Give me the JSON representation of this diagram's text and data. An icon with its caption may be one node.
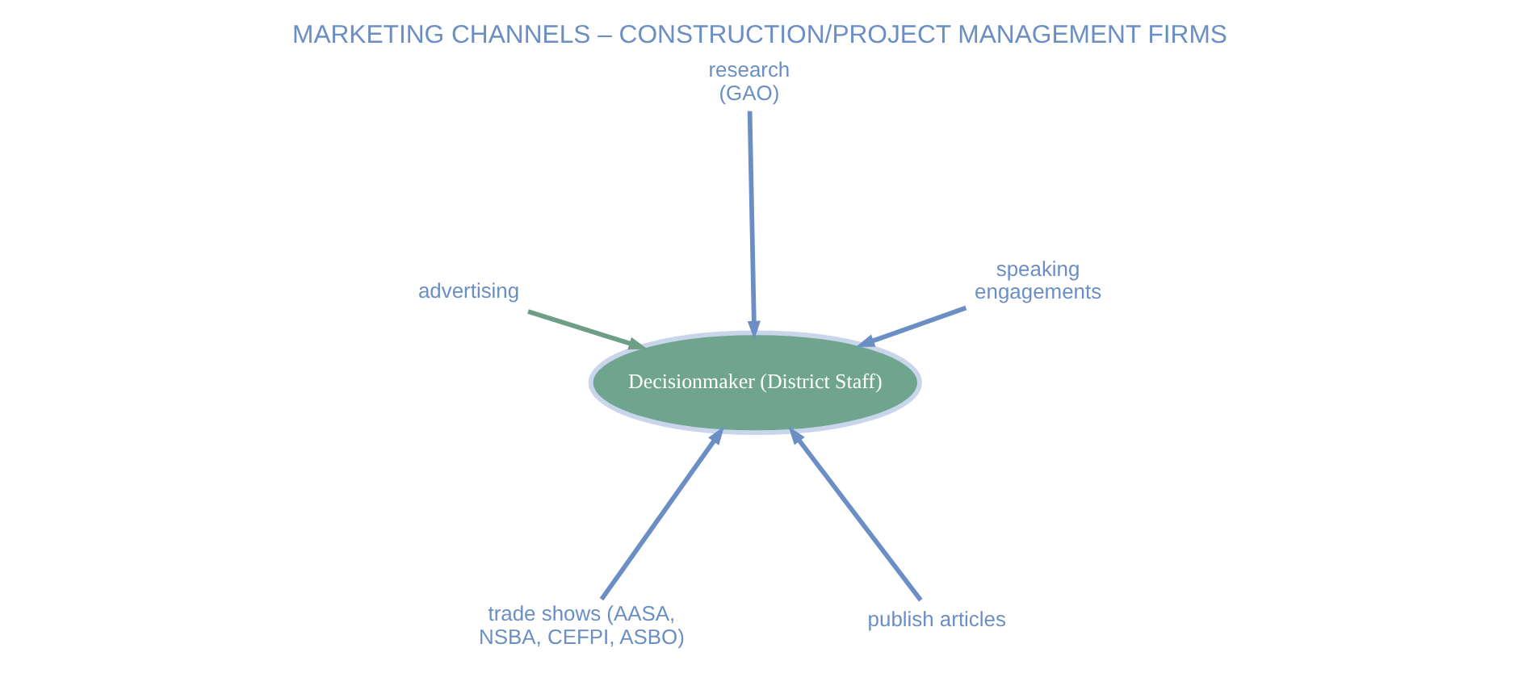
{
  "diagram": {
    "title": "MARKETING CHANNELS – CONSTRUCTION/PROJECT MANAGEMENT FIRMS",
    "nodes": [
      {
        "text": [
          "trade shows (AASA, NSBA, CEFPI, ASBO)"
        ]
      },
      {
        "text": [
          "publish articles"
        ]
      },
      {
        "text": [
          "Decisionmaker (District Staff)"
        ]
      },
      {
        "text": [
          "research (GAO)"
        ]
      },
      {
        "text": [
          "speaking engagements"
        ]
      },
      {
        "text": [
          "advertising"
        ]
      }
    ],
    "edges": [
      {
        "from": 0,
        "to": 2,
        "arrow": "to"
      },
      {
        "from": 1,
        "to": 2,
        "arrow": "to"
      },
      {
        "from": 3,
        "to": 2,
        "arrow": "to"
      },
      {
        "from": 4,
        "to": 2,
        "arrow": "to"
      },
      {
        "from": 5,
        "to": 2,
        "arrow": "to",
        "color": "#6e9e86"
      }
    ]
  }
}
